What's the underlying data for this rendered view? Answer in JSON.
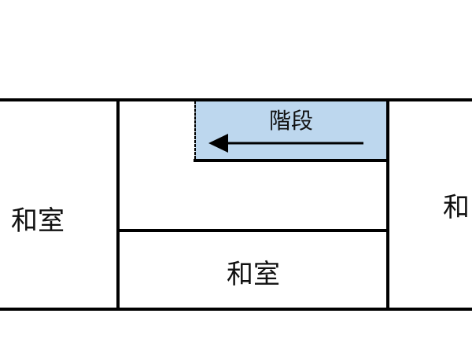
{
  "rooms": {
    "left": {
      "label": "和室"
    },
    "bottom_center": {
      "label": "和室"
    },
    "right": {
      "label": "和"
    }
  },
  "stairs": {
    "label": "階段",
    "fill_color": "#bdd7ee",
    "direction": "left"
  },
  "colors": {
    "wall": "#000000",
    "background": "#ffffff"
  }
}
